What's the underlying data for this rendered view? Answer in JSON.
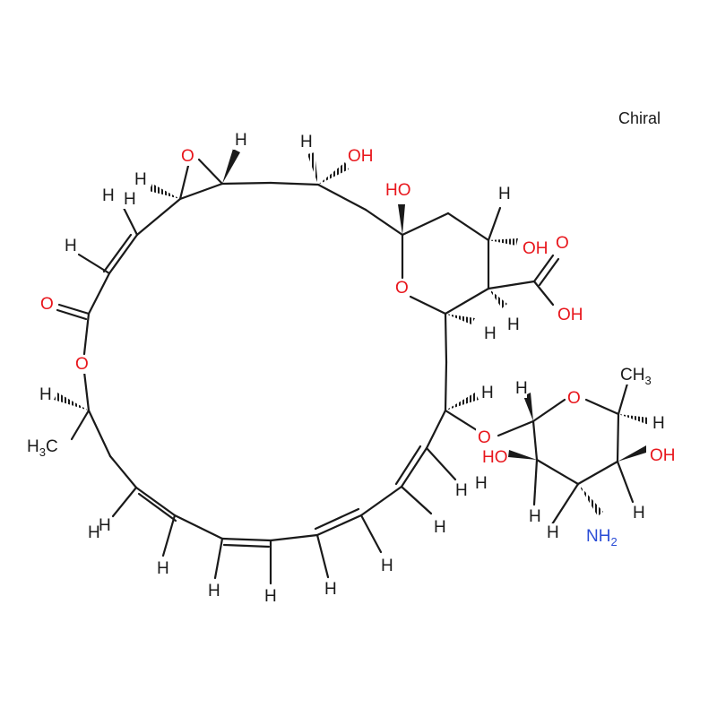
{
  "chiral_label": "Chiral",
  "colors": {
    "carbon": "#1a1a1a",
    "oxygen": "#e8161c",
    "nitrogen": "#2a4cd6",
    "hydrogen": "#1a1a1a",
    "background": "#ffffff"
  },
  "atoms": [
    {
      "id": "O_epox",
      "symbol": "O",
      "element": "oxygen"
    },
    {
      "id": "H_epox_r",
      "symbol": "H",
      "element": "hydrogen"
    },
    {
      "id": "H_epox_l",
      "symbol": "H",
      "element": "hydrogen"
    },
    {
      "id": "H_db1",
      "symbol": "H",
      "element": "hydrogen"
    },
    {
      "id": "H_db2",
      "symbol": "H",
      "element": "hydrogen"
    },
    {
      "id": "O_carbonyl",
      "symbol": "O",
      "element": "oxygen"
    },
    {
      "id": "O_ester",
      "symbol": "O",
      "element": "oxygen"
    },
    {
      "id": "H_c35",
      "symbol": "H",
      "element": "hydrogen"
    },
    {
      "id": "CH3_a",
      "symbol": "H",
      "sub": "3",
      "suffix": "C",
      "element": "carbon"
    },
    {
      "id": "H_t1",
      "symbol": "H",
      "element": "hydrogen"
    },
    {
      "id": "OH_top",
      "symbol": "OH",
      "element": "oxygen"
    },
    {
      "id": "H_top",
      "symbol": "H",
      "element": "hydrogen"
    },
    {
      "id": "HO_hemi",
      "symbol": "HO",
      "element": "oxygen"
    },
    {
      "id": "H_pyr_top",
      "symbol": "H",
      "element": "hydrogen"
    },
    {
      "id": "OH_pyr",
      "symbol": "H",
      "prefix": "O",
      "element": "oxygen"
    },
    {
      "id": "O_acid1",
      "symbol": "O",
      "element": "oxygen"
    },
    {
      "id": "OH_acid",
      "symbol": "OH",
      "element": "oxygen"
    },
    {
      "id": "O_pyr",
      "symbol": "O",
      "element": "oxygen"
    },
    {
      "id": "H_c16",
      "symbol": "H",
      "element": "hydrogen"
    },
    {
      "id": "H_c17",
      "symbol": "H",
      "element": "hydrogen"
    },
    {
      "id": "H_c19",
      "symbol": "H",
      "element": "hydrogen"
    },
    {
      "id": "O_glyco",
      "symbol": "O",
      "element": "oxygen"
    },
    {
      "id": "O_sugar",
      "symbol": "O",
      "element": "oxygen"
    },
    {
      "id": "CH3_b",
      "symbol": "CH",
      "sub": "3",
      "element": "carbon"
    },
    {
      "id": "H_anom",
      "symbol": "H",
      "element": "hydrogen"
    },
    {
      "id": "H_c5",
      "symbol": "H",
      "element": "hydrogen"
    },
    {
      "id": "OH_sugar_r",
      "symbol": "OH",
      "element": "oxygen"
    },
    {
      "id": "HO_sugar_l",
      "symbol": "HO",
      "element": "oxygen"
    },
    {
      "id": "H_c2",
      "symbol": "H",
      "element": "hydrogen"
    },
    {
      "id": "H_c4",
      "symbol": "H",
      "element": "hydrogen"
    },
    {
      "id": "H_c3",
      "symbol": "H",
      "element": "hydrogen"
    },
    {
      "id": "NH2",
      "symbol": "NH",
      "sub": "2",
      "element": "nitrogen"
    },
    {
      "id": "H_p1",
      "symbol": "H",
      "element": "hydrogen"
    },
    {
      "id": "H_p2",
      "symbol": "H",
      "element": "hydrogen"
    },
    {
      "id": "H_p3",
      "symbol": "H",
      "element": "hydrogen"
    },
    {
      "id": "H_p4",
      "symbol": "H",
      "element": "hydrogen"
    },
    {
      "id": "H_p5",
      "symbol": "H",
      "element": "hydrogen"
    },
    {
      "id": "H_p6",
      "symbol": "H",
      "element": "hydrogen"
    },
    {
      "id": "H_p7",
      "symbol": "H",
      "element": "hydrogen"
    },
    {
      "id": "H_p8",
      "symbol": "H",
      "element": "hydrogen"
    },
    {
      "id": "H_p9",
      "symbol": "H",
      "element": "hydrogen"
    },
    {
      "id": "H_p10",
      "symbol": "H",
      "element": "hydrogen"
    }
  ]
}
